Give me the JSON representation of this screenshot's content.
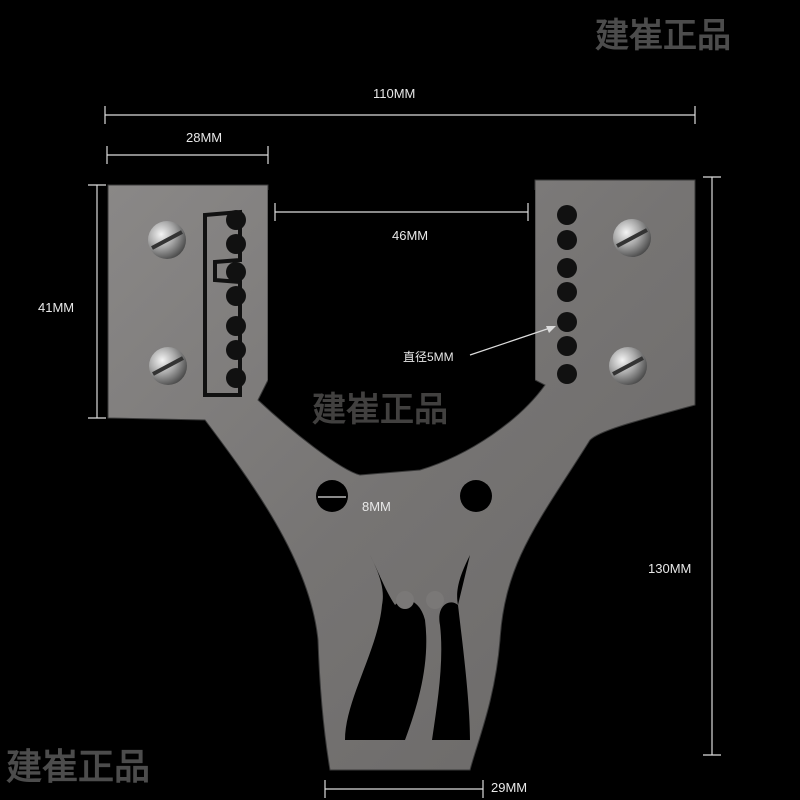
{
  "watermarks": {
    "top_right": "建崔正品",
    "center": "建崔正品",
    "bottom_left": "建崔正品"
  },
  "dimensions": {
    "overall_width": "110MM",
    "arm_width": "28MM",
    "fork_gap": "46MM",
    "arm_height": "41MM",
    "hole_diameter_label": "直径5MM",
    "center_hole": "8MM",
    "total_height": "130MM",
    "handle_width": "29MM"
  },
  "colors": {
    "background": "#000000",
    "steel": "#7d7b7a",
    "dimension_line": "#dcdcdc"
  }
}
